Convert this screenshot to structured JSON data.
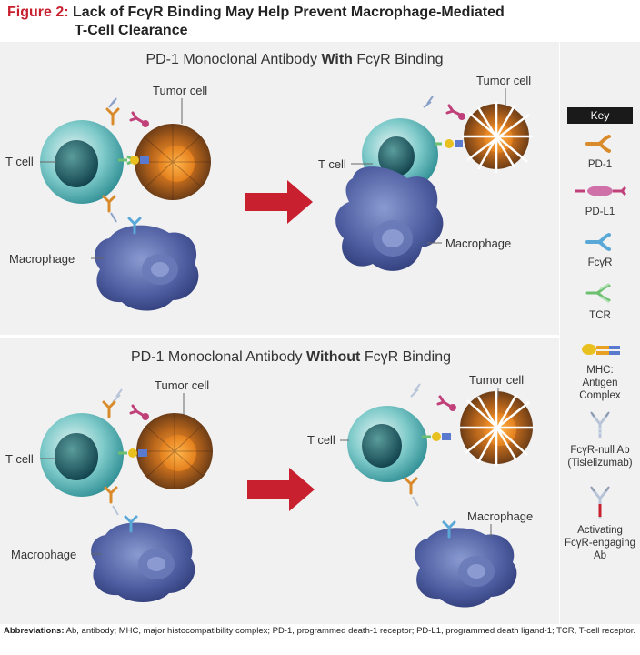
{
  "title": {
    "figure_number": "Figure 2:",
    "line1": "Lack of FcγR Binding May Help Prevent Macrophage-Mediated",
    "line2": "T-Cell Clearance"
  },
  "panels": {
    "top": {
      "heading_prefix": "PD-1 Monoclonal Antibody ",
      "heading_bold": "With",
      "heading_suffix": " FcγR Binding",
      "left": {
        "tcell": "T cell",
        "tumor": "Tumor cell",
        "macrophage": "Macrophage"
      },
      "right": {
        "tcell": "T cell",
        "tumor": "Tumor cell",
        "macrophage": "Macrophage"
      }
    },
    "bottom": {
      "heading_prefix": "PD-1 Monoclonal Antibody ",
      "heading_bold": "Without",
      "heading_suffix": " FcγR Binding",
      "left": {
        "tcell": "T cell",
        "tumor": "Tumor cell",
        "macrophage": "Macrophage"
      },
      "right": {
        "tcell": "T cell",
        "tumor": "Tumor cell",
        "macrophage": "Macrophage"
      }
    }
  },
  "key": {
    "title": "Key",
    "items": [
      {
        "icon": "pd1-icon",
        "label": "PD-1"
      },
      {
        "icon": "pdl1-icon",
        "label": "PD-L1"
      },
      {
        "icon": "fcgr-icon",
        "label": "FcγR"
      },
      {
        "icon": "tcr-icon",
        "label": "TCR"
      },
      {
        "icon": "mhc-icon",
        "label_lines": [
          "MHC:",
          "Antigen",
          "Complex"
        ]
      },
      {
        "icon": "fcgr-null-ab-icon",
        "label_lines": [
          "FcγR-null Ab",
          "(Tislelizumab)"
        ]
      },
      {
        "icon": "activating-ab-icon",
        "label_lines": [
          "Activating",
          "FcγR-engaging",
          "Ab"
        ]
      }
    ]
  },
  "abbreviations": {
    "label": "Abbreviations:",
    "text": " Ab, antibody; MHC, major histocompatibility complex; PD-1, programmed death-1 receptor; PD-L1, programmed death ligand-1; TCR, T-cell receptor."
  },
  "colors": {
    "title_red": "#c8202f",
    "arrow_red": "#c8202f",
    "pd1": "#d98a2b",
    "pdl1": "#c0407a",
    "fcgr": "#5aa8d8",
    "tcr": "#6cc070",
    "tcell": "#4fb3b3",
    "macrophage": "#4a5a9a",
    "tumor": "#8a5a30"
  }
}
